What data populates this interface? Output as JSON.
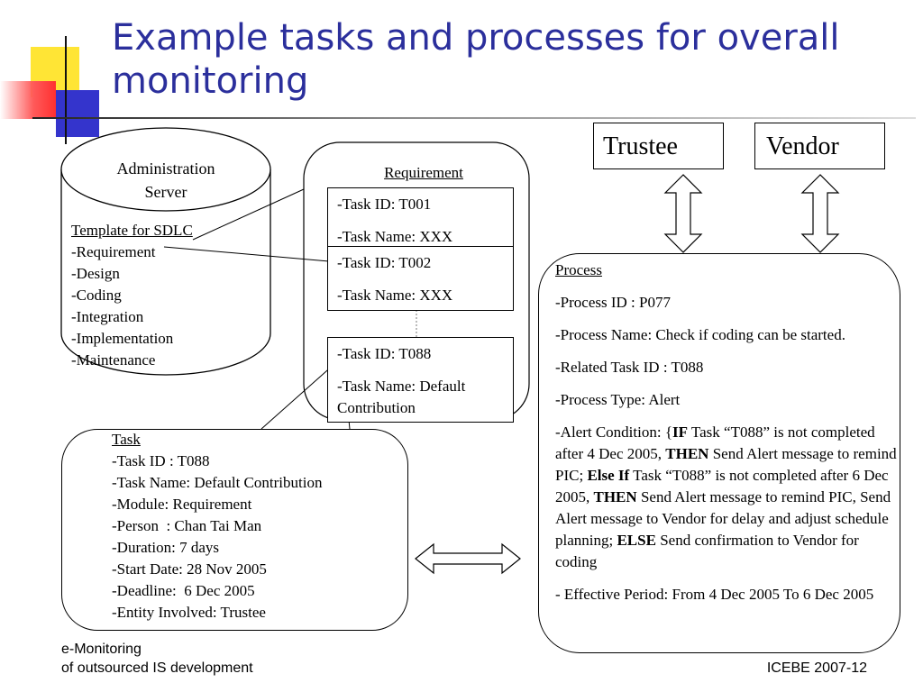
{
  "slide": {
    "title": "Example tasks and processes for overall monitoring",
    "accent_colors": {
      "title": "#2b2f9c",
      "yellow": "#ffe535",
      "blue": "#3333cc",
      "red": "#ff4040"
    }
  },
  "admin_server": {
    "title_line1": "Administration",
    "title_line2": "Server",
    "template_heading": "Template for SDLC",
    "items": [
      "-Requirement",
      "-Design",
      "-Coding",
      "-Integration",
      "-Implementation",
      "-Maintenance"
    ]
  },
  "requirement": {
    "heading": "Requirement",
    "tasks": [
      {
        "id": "-Task ID: T001",
        "name": "-Task Name: XXX"
      },
      {
        "id": "-Task ID: T002",
        "name": "-Task Name: XXX"
      },
      {
        "id": "-Task ID: T088",
        "name": "-Task Name: Default Contribution"
      }
    ]
  },
  "task": {
    "heading": "Task",
    "lines": [
      "-Task ID : T088",
      "-Task Name: Default Contribution",
      "-Module: Requirement",
      "-Person  : Chan Tai Man",
      "-Duration: 7 days",
      "-Start Date: 28 Nov 2005",
      "-Deadline:  6 Dec 2005",
      "-Entity Involved: Trustee"
    ]
  },
  "actors": {
    "trustee": "Trustee",
    "vendor": "Vendor"
  },
  "process": {
    "heading": "Process",
    "id": "-Process ID : P077",
    "name": "-Process Name: Check if coding can be started.",
    "related": "-Related Task ID : T088",
    "type": "-Process Type: Alert",
    "cond_1": "-Alert Condition: {",
    "kw_if": "IF",
    "cond_2": " Task “T088” is not completed after 4 Dec 2005, ",
    "kw_then1": "THEN",
    "cond_3": " Send Alert message to remind PIC; ",
    "kw_elseif": "Else If",
    "cond_4": " Task “T088” is not completed after 6 Dec 2005, ",
    "kw_then2": "THEN",
    "cond_5": " Send Alert message to remind PIC, Send Alert message to Vendor for delay and adjust schedule planning; ",
    "kw_else": "ELSE",
    "cond_6": " Send confirmation to Vendor for coding",
    "period": "- Effective Period: From 4 Dec 2005 To 6 Dec 2005"
  },
  "footer": {
    "left_line1": "e-Monitoring",
    "left_line2": "of outsourced IS development",
    "right": "ICEBE 2007-12"
  }
}
